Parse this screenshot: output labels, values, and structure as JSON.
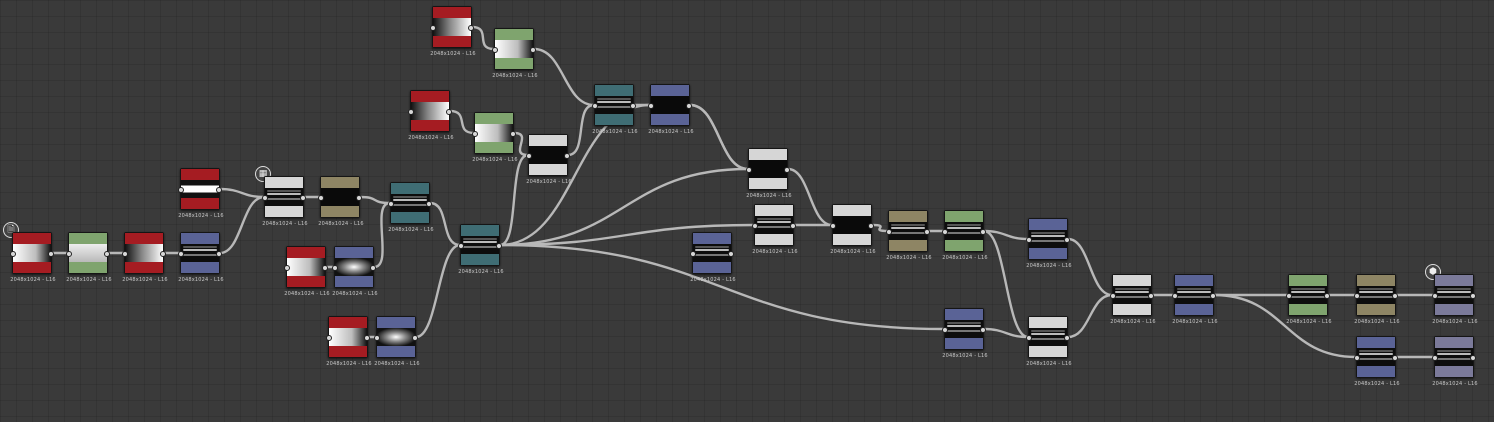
{
  "colors": {
    "background": "#3a3a3a",
    "wire": "#b8b8b8",
    "red": "#a51c22",
    "green": "#7fa46e",
    "blue": "#5a6396",
    "teal": "#3f6d74",
    "tan": "#8e8564",
    "white": "#d6d6d6",
    "lavender": "#7b7a9a"
  },
  "badges": {
    "input": {
      "icon": "document-icon",
      "glyph": "🗎"
    },
    "mask": {
      "icon": "checker-icon",
      "glyph": "▦"
    },
    "output": {
      "icon": "cube-icon",
      "glyph": "⬢"
    }
  },
  "nodes": [
    {
      "id": "n1",
      "color": "red",
      "style": "grad",
      "label": "2048x1024 - L16"
    },
    {
      "id": "n2",
      "color": "green",
      "style": "flat",
      "label": "2048x1024 - L16"
    },
    {
      "id": "n3",
      "color": "red",
      "style": "gradr",
      "label": "2048x1024 - L16"
    },
    {
      "id": "n4",
      "color": "blue",
      "style": "lines",
      "label": "2048x1024 - L16"
    },
    {
      "id": "n5",
      "color": "red",
      "style": "bar",
      "label": "2048x1024 - L16"
    },
    {
      "id": "n6",
      "color": "white",
      "style": "lines",
      "label": "2048x1024 - L16"
    },
    {
      "id": "n7",
      "color": "tan",
      "style": "dark",
      "label": "2048x1024 - L16"
    },
    {
      "id": "n8",
      "color": "teal",
      "style": "lines",
      "label": "2048x1024 - L16"
    },
    {
      "id": "n9",
      "color": "red",
      "style": "grad",
      "label": "2048x1024 - L16"
    },
    {
      "id": "n10",
      "color": "blue",
      "style": "sh",
      "label": "2048x1024 - L16"
    },
    {
      "id": "n11",
      "color": "red",
      "style": "grad",
      "label": "2048x1024 - L16"
    },
    {
      "id": "n12",
      "color": "blue",
      "style": "sh",
      "label": "2048x1024 - L16"
    },
    {
      "id": "n13",
      "color": "teal",
      "style": "lines",
      "label": "2048x1024 - L16"
    },
    {
      "id": "n14",
      "color": "red",
      "style": "gradr",
      "label": "2048x1024 - L16"
    },
    {
      "id": "n15",
      "color": "green",
      "style": "grad",
      "label": "2048x1024 - L16"
    },
    {
      "id": "n16",
      "color": "red",
      "style": "gradr",
      "label": "2048x1024 - L16"
    },
    {
      "id": "n17",
      "color": "green",
      "style": "grad",
      "label": "2048x1024 - L16"
    },
    {
      "id": "n18",
      "color": "white",
      "style": "dark",
      "label": "2048x1024 - L16"
    },
    {
      "id": "n19",
      "color": "teal",
      "style": "lines",
      "label": "2048x1024 - L16"
    },
    {
      "id": "n20",
      "color": "blue",
      "style": "dark",
      "label": "2048x1024 - L16"
    },
    {
      "id": "n21",
      "color": "white",
      "style": "dark",
      "label": "2048x1024 - L16"
    },
    {
      "id": "n22",
      "color": "white",
      "style": "lines",
      "label": "2048x1024 - L16"
    },
    {
      "id": "n23",
      "color": "blue",
      "style": "lines",
      "label": "2048x1024 - L16"
    },
    {
      "id": "n24",
      "color": "white",
      "style": "dark",
      "label": "2048x1024 - L16"
    },
    {
      "id": "n25",
      "color": "tan",
      "style": "lines",
      "label": "2048x1024 - L16"
    },
    {
      "id": "n26",
      "color": "green",
      "style": "lines",
      "label": "2048x1024 - L16"
    },
    {
      "id": "n27",
      "color": "blue",
      "style": "lines",
      "label": "2048x1024 - L16"
    },
    {
      "id": "n28",
      "color": "blue",
      "style": "lines",
      "label": "2048x1024 - L16"
    },
    {
      "id": "n29",
      "color": "white",
      "style": "lines",
      "label": "2048x1024 - L16"
    },
    {
      "id": "n30",
      "color": "white",
      "style": "lines",
      "label": "2048x1024 - L16"
    },
    {
      "id": "n31",
      "color": "blue",
      "style": "lines",
      "label": "2048x1024 - L16"
    },
    {
      "id": "n32",
      "color": "green",
      "style": "lines",
      "label": "2048x1024 - L16"
    },
    {
      "id": "n33",
      "color": "tan",
      "style": "lines",
      "label": "2048x1024 - L16"
    },
    {
      "id": "n34",
      "color": "lavender",
      "style": "lines",
      "label": "2048x1024 - L16"
    },
    {
      "id": "n35",
      "color": "blue",
      "style": "lines",
      "label": "2048x1024 - L16"
    },
    {
      "id": "n36",
      "color": "lavender",
      "style": "lines",
      "label": "2048x1024 - L16"
    }
  ],
  "links": [
    [
      "n1",
      "n2"
    ],
    [
      "n2",
      "n3"
    ],
    [
      "n3",
      "n4"
    ],
    [
      "n4",
      "n6"
    ],
    [
      "n5",
      "n6"
    ],
    [
      "n6",
      "n7"
    ],
    [
      "n7",
      "n8"
    ],
    [
      "n9",
      "n10"
    ],
    [
      "n10",
      "n8"
    ],
    [
      "n11",
      "n12"
    ],
    [
      "n12",
      "n13"
    ],
    [
      "n8",
      "n13"
    ],
    [
      "n14",
      "n15"
    ],
    [
      "n15",
      "n19"
    ],
    [
      "n16",
      "n17"
    ],
    [
      "n17",
      "n18"
    ],
    [
      "n18",
      "n19"
    ],
    [
      "n19",
      "n20"
    ],
    [
      "n13",
      "n18"
    ],
    [
      "n20",
      "n21"
    ],
    [
      "n13",
      "n21"
    ],
    [
      "n13",
      "n20"
    ],
    [
      "n13",
      "n22"
    ],
    [
      "n13",
      "n27"
    ],
    [
      "n20",
      "n21"
    ],
    [
      "n21",
      "n24"
    ],
    [
      "n22",
      "n24"
    ],
    [
      "n24",
      "n25"
    ],
    [
      "n25",
      "n26"
    ],
    [
      "n26",
      "n28"
    ],
    [
      "n26",
      "n30"
    ],
    [
      "n27",
      "n30"
    ],
    [
      "n28",
      "n29"
    ],
    [
      "n30",
      "n29"
    ],
    [
      "n29",
      "n31"
    ],
    [
      "n31",
      "n32"
    ],
    [
      "n32",
      "n33"
    ],
    [
      "n33",
      "n34"
    ],
    [
      "n31",
      "n35"
    ],
    [
      "n35",
      "n36"
    ]
  ]
}
